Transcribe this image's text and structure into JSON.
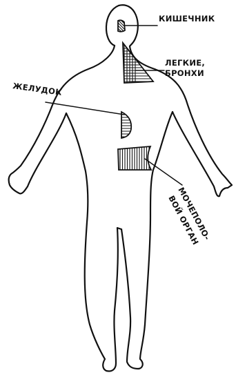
{
  "labels": {
    "intestine": "КИШЕЧНИК",
    "lungs_line1": "ЛЕГКИЕ,",
    "lungs_line2": "БРОНХИ",
    "stomach": "ЖЕЛУДОК",
    "urogenital_line1": "МОЧЕПОЛО-",
    "urogenital_line2": "ВОЙ ОРГАН"
  },
  "colors": {
    "ink": "#111111",
    "background": "#ffffff"
  }
}
